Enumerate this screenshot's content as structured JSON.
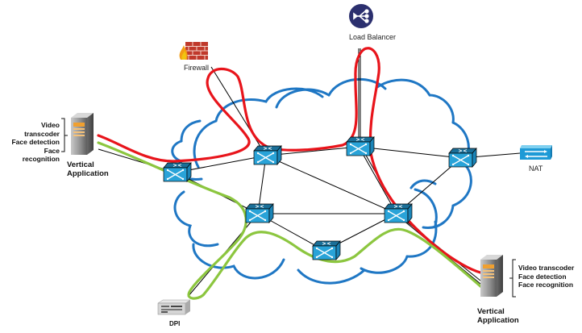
{
  "nodes": {
    "load_balancer": {
      "label": "Load Balancer"
    },
    "firewall": {
      "label": "Firewall"
    },
    "nat": {
      "label": "NAT"
    },
    "dpi": {
      "label": "DPI"
    },
    "vertical_app_left": {
      "label_line1": "Vertical",
      "label_line2": "Application",
      "functions": [
        "Video transcoder",
        "Face detection",
        "Face recognition"
      ]
    },
    "vertical_app_right": {
      "label_line1": "Vertical",
      "label_line2": "Application",
      "functions": [
        "Video transcoder",
        "Face detection",
        "Face recognition"
      ]
    }
  },
  "switches": [
    "switch-1",
    "switch-2",
    "switch-3",
    "switch-4",
    "switch-5",
    "switch-6",
    "switch-7"
  ],
  "paths": {
    "red_path": {
      "color": "#e8141b",
      "description": "Vertical Application (left) → Firewall → Load Balancer → Vertical Application (right)"
    },
    "green_path": {
      "color": "#8cc63f",
      "description": "Vertical Application (left) → DPI → Vertical Application (right)"
    }
  },
  "colors": {
    "cloud": "#1f77c4",
    "switch_fill": "#29a3d8",
    "link": "#000000",
    "load_balancer_icon": "#2b2f6e"
  }
}
